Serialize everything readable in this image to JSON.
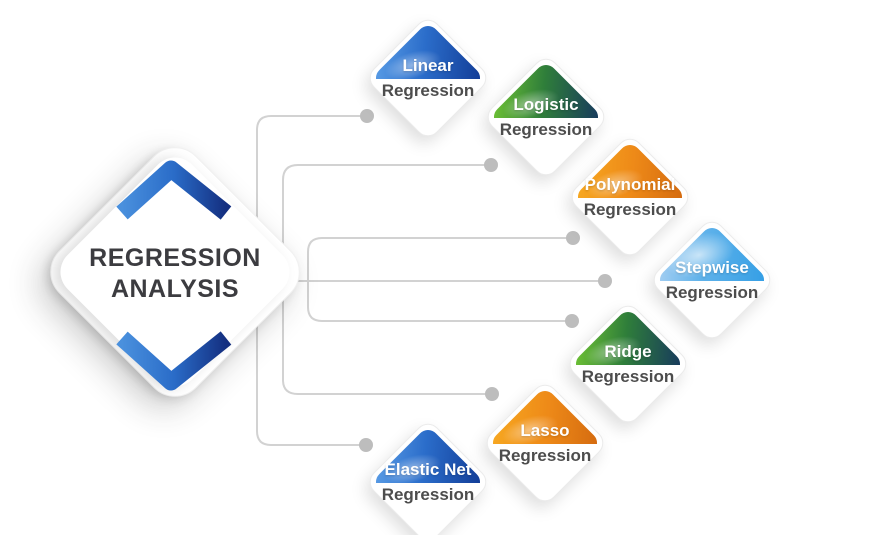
{
  "diagram": {
    "type": "radial-infographic",
    "background_color": "#ffffff"
  },
  "title": {
    "line1": "REGRESSION",
    "line2": "ANALYSIS",
    "text_color": "#3c3c40"
  },
  "center": {
    "shape": "white rounded diamond with up and down chevrons",
    "chevron_gradient": [
      "#4a90dd",
      "#2a6cc8",
      "#142f80"
    ]
  },
  "connector": {
    "line_color": "#d2d2d2",
    "dot_color": "#bdbdbd"
  },
  "nodes": [
    {
      "label": "Linear",
      "sublabel": "Regression",
      "scheme": "blue",
      "gradient": [
        "#5a9de6",
        "#2b6dca",
        "#113a94"
      ]
    },
    {
      "label": "Logistic",
      "sublabel": "Regression",
      "scheme": "green",
      "gradient": [
        "#6fc334",
        "#2f7e3a",
        "#16365f"
      ]
    },
    {
      "label": "Polynomial",
      "sublabel": "Regression",
      "scheme": "orange",
      "gradient": [
        "#f7a921",
        "#ee8a18",
        "#d3690f"
      ]
    },
    {
      "label": "Stepwise",
      "sublabel": "Regression",
      "scheme": "sky",
      "gradient": [
        "#a6cff2",
        "#5fb2ea",
        "#339ee5"
      ]
    },
    {
      "label": "Ridge",
      "sublabel": "Regression",
      "scheme": "green",
      "gradient": [
        "#6fc334",
        "#2f7e3a",
        "#16365f"
      ]
    },
    {
      "label": "Lasso",
      "sublabel": "Regression",
      "scheme": "orange",
      "gradient": [
        "#f7a921",
        "#ee8a18",
        "#d3690f"
      ]
    },
    {
      "label": "Elastic Net",
      "sublabel": "Regression",
      "scheme": "blue",
      "gradient": [
        "#5a9de6",
        "#2b6dca",
        "#113a94"
      ]
    }
  ]
}
